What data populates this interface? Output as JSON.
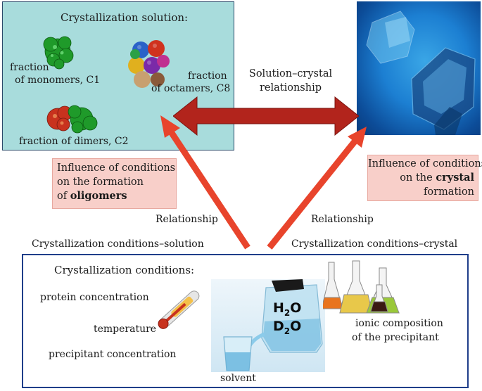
{
  "solution_panel": {
    "title": "Crystallization solution:",
    "monomers_label_1": "fraction",
    "monomers_label_2": "of monomers, C1",
    "octamers_label_1": "fraction",
    "octamers_label_2": "of octamers, C8",
    "dimers_label": "fraction of dimers, C2"
  },
  "relationship_top": {
    "line_1": "Solution–crystal",
    "line_2": "relationship"
  },
  "oligomer_box": {
    "line_1": "Influence of conditions",
    "line_2": "on the formation",
    "line_3_prefix": "of ",
    "line_3_bold": "oligomers"
  },
  "crystal_box": {
    "line_1": "Influence of conditions",
    "line_2_prefix": "on the ",
    "line_2_bold": "crystal",
    "line_3": "formation"
  },
  "arrow_labels": {
    "left_relationship": "Relationship",
    "right_relationship": "Relationship",
    "left_caption": "Crystallization conditions–solution",
    "right_caption": "Crystallization conditions–crystal"
  },
  "conditions_panel": {
    "title": "Crystallization conditions:",
    "protein": "protein concentration",
    "temperature": "temperature",
    "precipitant": "precipitant concentration",
    "solvent": "solvent",
    "ionic_1": "ionic composition",
    "ionic_2": "of the precipitant",
    "h2o_main": "H",
    "h2o_sub": "2",
    "h2o_end": "O",
    "d2o_main": "D",
    "d2o_sub": "2",
    "d2o_end": "O"
  },
  "colors": {
    "solution_bg": "#a8dcdc",
    "arrow_red": "#e8442c",
    "double_arrow": "#b2241c",
    "pink_box": "#f8cfc9",
    "conditions_border": "#1f3e8a"
  }
}
